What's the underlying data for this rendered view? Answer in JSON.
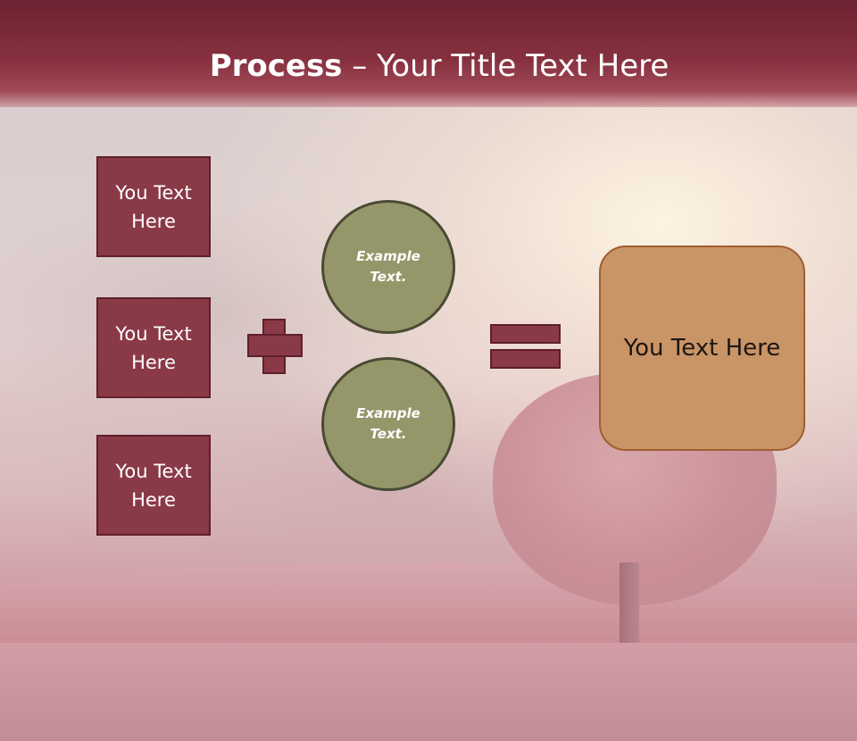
{
  "slide": {
    "title_bold": "Process",
    "title_rest": " – Your Title Text Here",
    "left_boxes": [
      {
        "line1": "You Text",
        "line2": "Here"
      },
      {
        "line1": "You Text",
        "line2": "Here"
      },
      {
        "line1": "You Text",
        "line2": "Here"
      }
    ],
    "circles": [
      {
        "line1": "Example",
        "line2": "Text."
      },
      {
        "line1": "Example",
        "line2": "Text."
      }
    ],
    "result_text": "You Text Here",
    "colors": {
      "header": "#86303f",
      "box_fill": "#8a3947",
      "circle_fill": "#95976a",
      "result_fill": "#c99466"
    },
    "operators": [
      "plus-icon",
      "equals-icon"
    ]
  }
}
